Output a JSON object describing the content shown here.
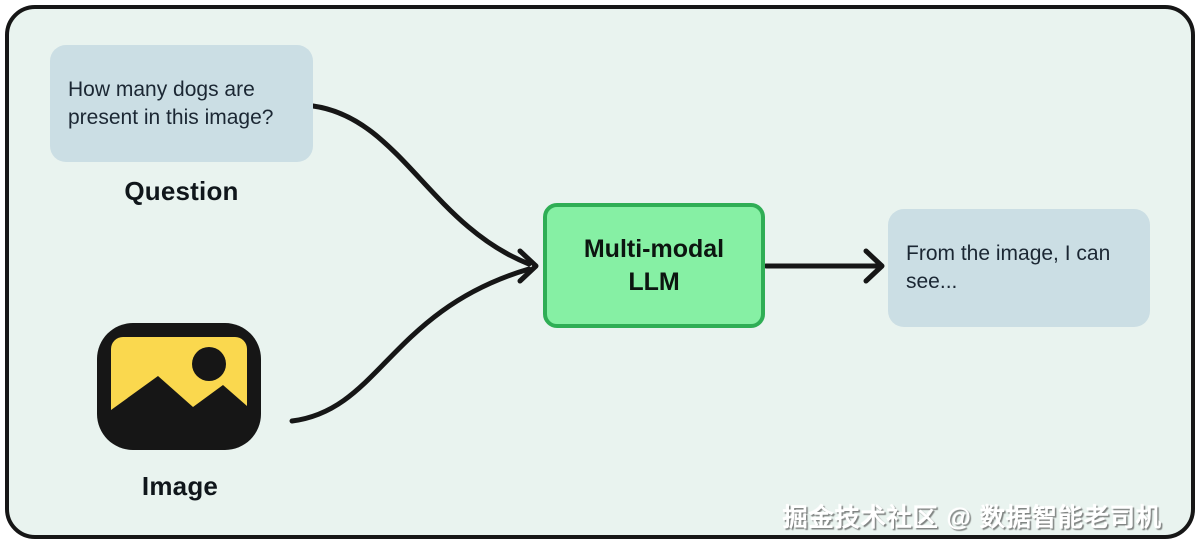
{
  "canvas": {
    "background": "#e9f3ef",
    "border_color": "#161616",
    "outer_background": "#ffffff"
  },
  "nodes": {
    "question": {
      "text": "How many dogs are present in this image?",
      "label": "Question",
      "fill": "#cbdee4",
      "text_color": "#1b2733"
    },
    "image": {
      "label": "Image",
      "icon": "picture-icon",
      "frame_color": "#161616",
      "photo_color": "#fad84e"
    },
    "model": {
      "label": "Multi-modal LLM",
      "fill": "#86f0a4",
      "border_color": "#2fae55"
    },
    "output": {
      "text": "From the image, I can see...",
      "fill": "#cbdee4",
      "text_color": "#1b2733"
    }
  },
  "edges": {
    "color": "#161616",
    "list": [
      {
        "from": "question",
        "to": "model",
        "style": "curved"
      },
      {
        "from": "image",
        "to": "model",
        "style": "curved"
      },
      {
        "from": "model",
        "to": "output",
        "style": "straight"
      }
    ]
  },
  "watermark": {
    "text": "掘金技术社区 @ 数据智能老司机",
    "color": "#ffffff"
  }
}
